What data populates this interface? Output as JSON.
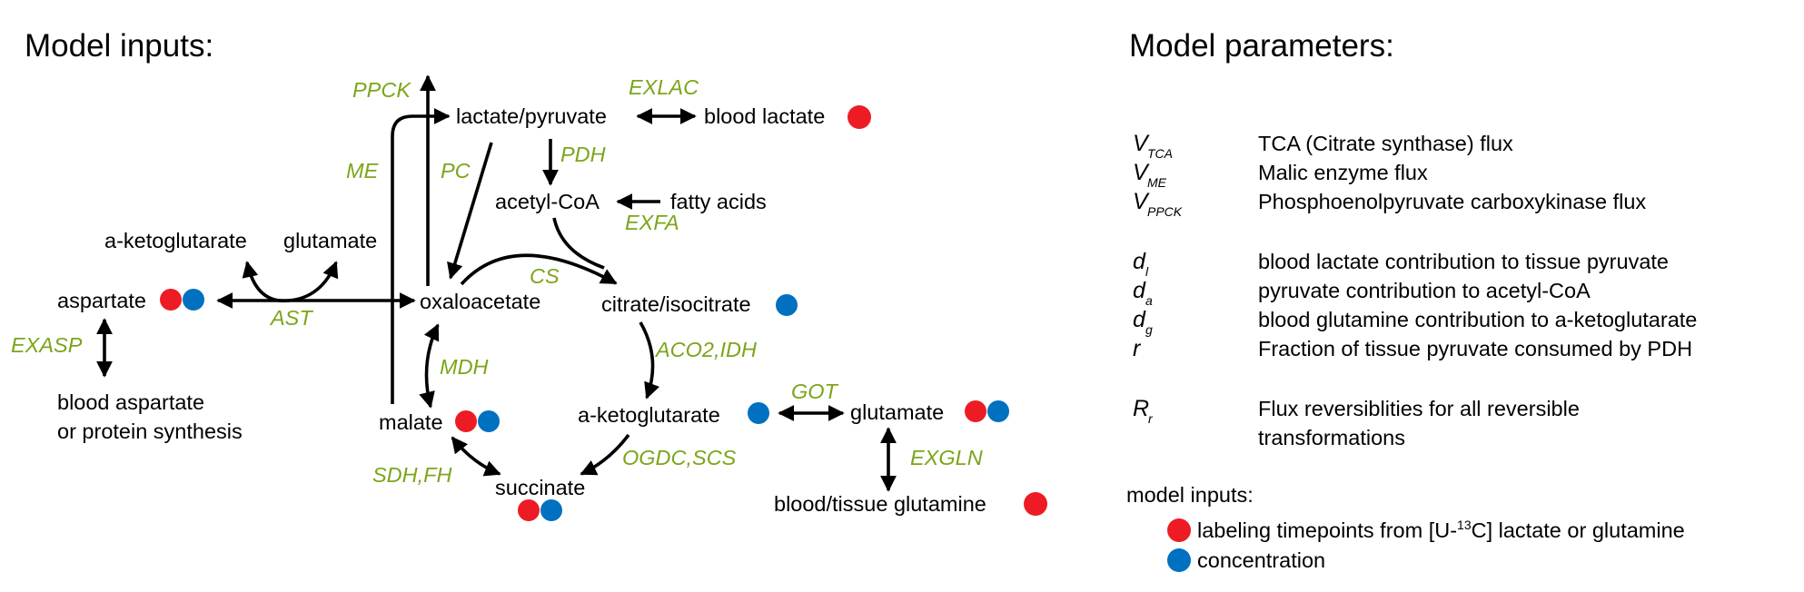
{
  "colors": {
    "labeling": "#ED1C24",
    "concentration": "#0070C0",
    "enzyme": "#7CA51B",
    "text": "#000000"
  },
  "left_panel": {
    "title": "Model inputs:",
    "metabolites": {
      "lactate_pyruvate": "lactate/pyruvate",
      "blood_lactate": "blood lactate",
      "acetyl_coa": "acetyl-CoA",
      "fatty_acids": "fatty acids",
      "a_ketoglutarate_ast": "a-ketoglutarate",
      "glutamate_ast": "glutamate",
      "aspartate": "aspartate",
      "oxaloacetate": "oxaloacetate",
      "citrate_isocitrate": "citrate/isocitrate",
      "blood_aspartate_line1": "blood aspartate",
      "blood_aspartate_line2": "or protein synthesis",
      "malate": "malate",
      "a_ketoglutarate": "a-ketoglutarate",
      "glutamate": "glutamate",
      "succinate": "succinate",
      "blood_glutamine": "blood/tissue glutamine"
    },
    "enzymes": {
      "ppck": "PPCK",
      "exlac": "EXLAC",
      "pdh": "PDH",
      "me": "ME",
      "pc": "PC",
      "exfa": "EXFA",
      "ast": "AST",
      "cs": "CS",
      "exasp": "EXASP",
      "mdh": "MDH",
      "aco2_idh": "ACO2,IDH",
      "got": "GOT",
      "exgln": "EXGLN",
      "sdh_fh": "SDH,FH",
      "ogdc_scs": "OGDC,SCS"
    },
    "markers": {
      "blood_lactate": [
        "labeling"
      ],
      "aspartate": [
        "labeling",
        "concentration"
      ],
      "citrate_isocitrate": [
        "concentration"
      ],
      "malate": [
        "labeling",
        "concentration"
      ],
      "a_ketoglutarate": [
        "concentration"
      ],
      "glutamate": [
        "labeling",
        "concentration"
      ],
      "succinate": [
        "labeling",
        "concentration"
      ],
      "blood_glutamine": [
        "labeling"
      ]
    }
  },
  "right_panel": {
    "title": "Model parameters:",
    "flux_params": [
      {
        "symbol": "V",
        "subscript": "TCA",
        "description": "TCA (Citrate synthase) flux"
      },
      {
        "symbol": "V",
        "subscript": "ME",
        "description": "Malic enzyme flux"
      },
      {
        "symbol": "V",
        "subscript": "PPCK",
        "description": "Phosphoenolpyruvate carboxykinase flux"
      }
    ],
    "fraction_params": [
      {
        "symbol": "d",
        "subscript": "l",
        "description": "blood lactate contribution to tissue pyruvate"
      },
      {
        "symbol": "d",
        "subscript": "a",
        "description": "pyruvate contribution to acetyl-CoA"
      },
      {
        "symbol": "d",
        "subscript": "g",
        "description": "blood glutamine contribution to a-ketoglutarate"
      },
      {
        "symbol": "r",
        "subscript": "",
        "description": "Fraction of tissue pyruvate consumed by PDH"
      }
    ],
    "reversibility": {
      "symbol": "R",
      "subscript": "r",
      "description_line1": "Flux reversiblities for all reversible",
      "description_line2": "transformations"
    },
    "legend": {
      "title": "model inputs:",
      "labeling_pre": "labeling timepoints from [U-",
      "labeling_sup": "13",
      "labeling_post": "C] lactate or glutamine",
      "concentration": "concentration"
    }
  }
}
